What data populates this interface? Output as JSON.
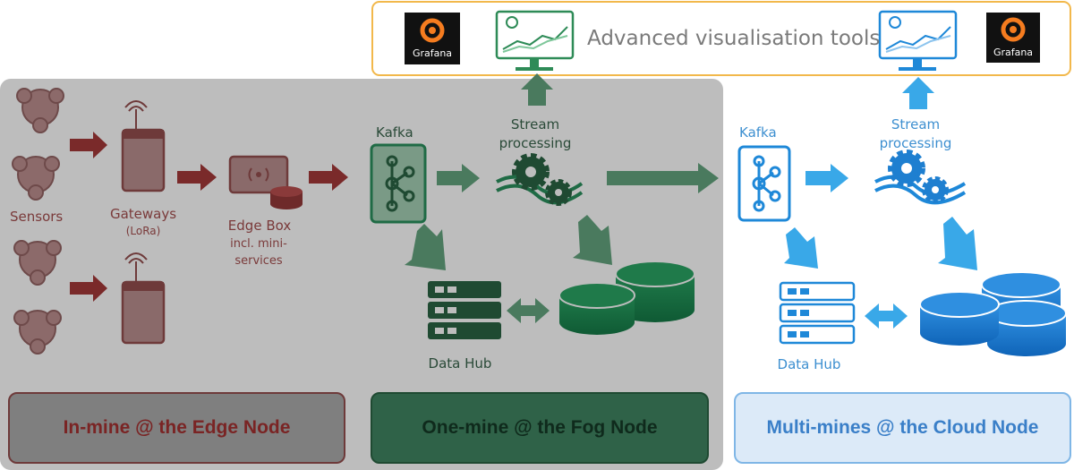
{
  "top_banner": {
    "title": "Advanced visualisation tools",
    "logo_text": "Grafana"
  },
  "edge": {
    "sensors_label": "Sensors",
    "gateways_label": "Gateways",
    "gateways_sub": "(LoRa)",
    "edgebox_label": "Edge Box",
    "edgebox_sub1": "incl. mini-",
    "edgebox_sub2": "services",
    "footer": "In-mine @ the Edge Node"
  },
  "fog": {
    "kafka_label": "Kafka",
    "stream_label1": "Stream",
    "stream_label2": "processing",
    "datahub_label": "Data Hub",
    "footer": "One-mine @ the Fog Node"
  },
  "cloud": {
    "kafka_label": "Kafka",
    "stream_label1": "Stream",
    "stream_label2": "processing",
    "datahub_label": "Data Hub",
    "footer": "Multi-mines @ the Cloud Node"
  },
  "colors": {
    "edge": "#6e2a2a",
    "fog": "#1f6b45",
    "cloud": "#1e88d8",
    "grey_panel": "#bdbdbd",
    "banner_border": "#f2b84b"
  },
  "icons": [
    "sensor-icon",
    "gateway-icon",
    "edge-box-icon",
    "kafka-icon",
    "gears-icon",
    "server-icon",
    "database-icon",
    "monitor-chart-icon",
    "grafana-logo-icon",
    "arrow-icon"
  ]
}
